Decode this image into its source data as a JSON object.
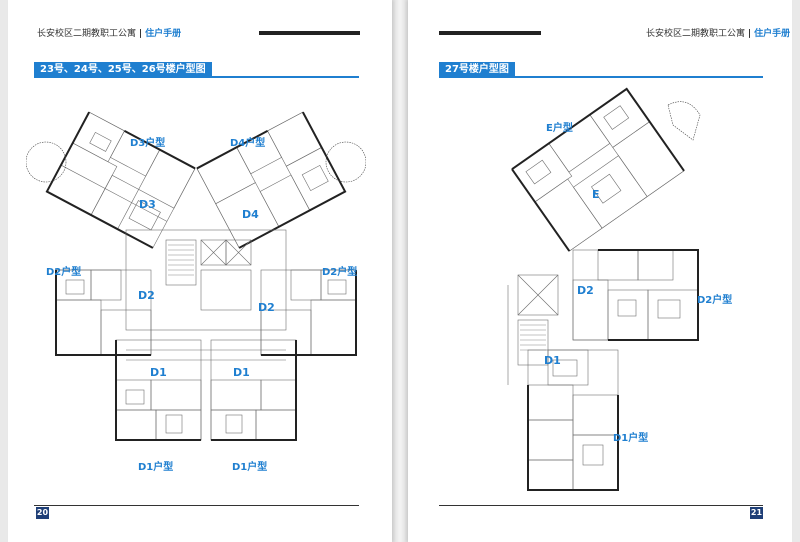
{
  "left_page": {
    "header_title": "长安校区二期教职工公寓",
    "header_sep": "|",
    "header_accent": "住户手册",
    "section_title": "23号、24号、25号、26号楼户型图",
    "page_number": "20",
    "labels": {
      "d3_type": "D3户型",
      "d4_type": "D4户型",
      "d3": "D3",
      "d4": "D4",
      "d2_type_left": "D2户型",
      "d2_type_right": "D2户型",
      "d2_left": "D2",
      "d2_right": "D2",
      "d1_left": "D1",
      "d1_right": "D1",
      "d1_type_left": "D1户型",
      "d1_type_right": "D1户型"
    }
  },
  "right_page": {
    "header_title": "长安校区二期教职工公寓",
    "header_sep": "|",
    "header_accent": "住户手册",
    "section_title": "27号楼户型图",
    "page_number": "21",
    "labels": {
      "e_type": "E户型",
      "e": "E",
      "d2": "D2",
      "d2_type": "D2户型",
      "d1": "D1",
      "d1_type": "D1户型"
    }
  },
  "colors": {
    "accent_blue": "#1f7fd0",
    "page_number_bg": "#1f3f77",
    "wall": "#222222",
    "plan_line": "#6f6f6f"
  }
}
